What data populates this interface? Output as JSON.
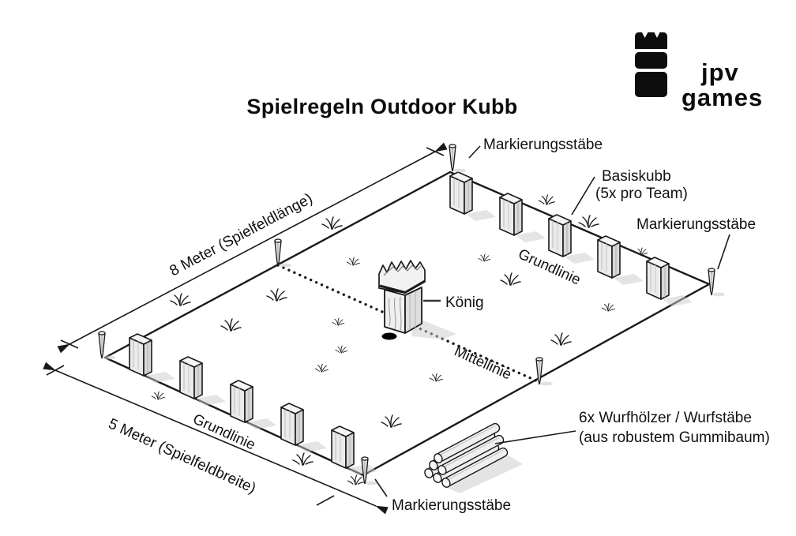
{
  "title": "Spielregeln Outdoor Kubb",
  "logo": {
    "brand_line1": "jpv",
    "brand_line2": "games",
    "icon": "rook-tower-icon",
    "color": "#0d0d0d"
  },
  "diagram": {
    "labels": {
      "stake_top": "Markierungsstäbe",
      "stake_right": "Markierungsstäbe",
      "stake_bottom": "Markierungsstäbe",
      "basiskubb_line1": "Basiskubb",
      "basiskubb_line2": "(5x pro Team)",
      "koenig": "König",
      "mittellinie": "Mittellinie",
      "grundlinie_top": "Grundlinie",
      "grundlinie_bottom": "Grundlinie",
      "dim_length": "8 Meter (Spielfeldlänge)",
      "dim_width": "5 Meter (Spielfeldbreite)",
      "sticks_line1": "6x Wurfhölzer / Wurfstäbe",
      "sticks_line2": "(aus robustem Gummibaum)"
    },
    "values": {
      "field_length_m": 8,
      "field_width_m": 5,
      "basiskubb_per_team": 5,
      "wurfhoelzer_count": 6
    },
    "colors": {
      "line": "#1a1a1a",
      "kubb_front": "#ebebeb",
      "kubb_side": "#d8d8d8",
      "kubb_top": "#f5f5f5",
      "shadow": "#c9c9c9",
      "ink": "#111111"
    }
  }
}
